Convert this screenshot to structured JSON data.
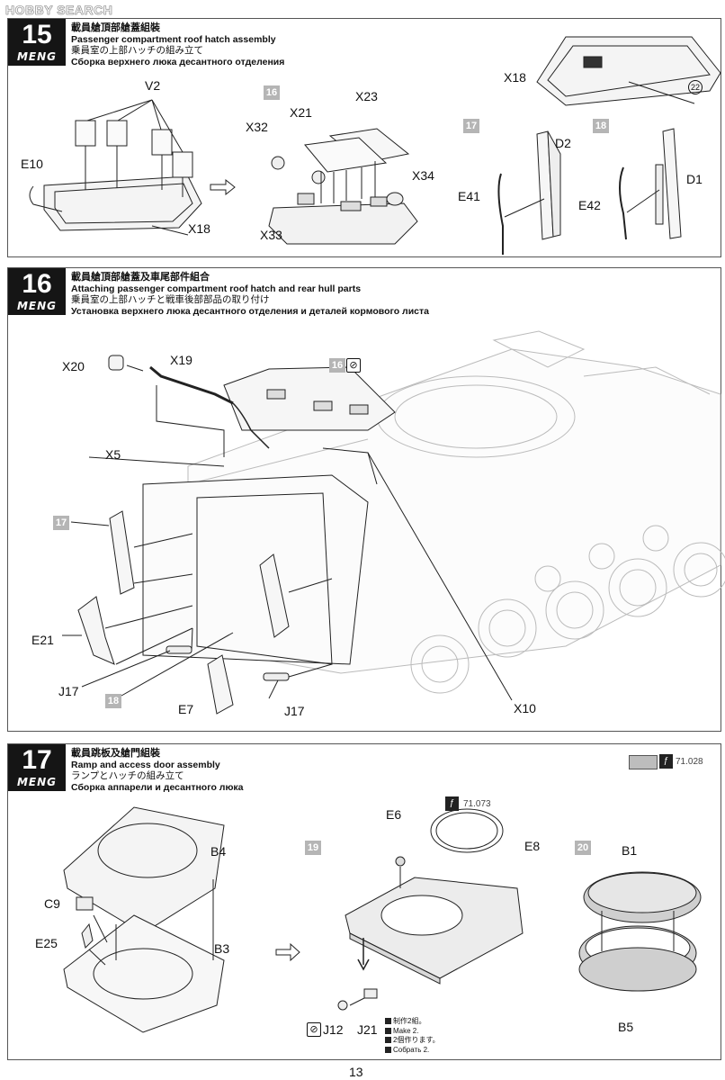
{
  "watermark": "HOBBY SEARCH",
  "page_number": "13",
  "brand": "MENG",
  "steps": [
    {
      "number": "15",
      "title_zh": "載員艙頂部艙蓋組裝",
      "title_en": "Passenger compartment roof hatch assembly",
      "title_ja": "乗員室の上部ハッチの組み立て",
      "title_ru": "Сборка верхнего люка десантного отделения",
      "substeps": [
        "16",
        "17",
        "18"
      ],
      "parts": [
        "V2",
        "E10",
        "X18",
        "X21",
        "X23",
        "X32",
        "X34",
        "X33",
        "D2",
        "E41",
        "E42",
        "D1"
      ],
      "callout": "22"
    },
    {
      "number": "16",
      "title_zh": "載員艙頂部艙蓋及車尾部件組合",
      "title_en": "Attaching passenger compartment roof hatch and rear hull parts",
      "title_ja": "乗員室の上部ハッチと戦車後部部品の取り付け",
      "title_ru": "Установка верхнего люка десантного отделения и деталей кормового листа",
      "substeps": [
        "16",
        "17",
        "18"
      ],
      "parts": [
        "X20",
        "X19",
        "X5",
        "E21",
        "J17",
        "E7",
        "X10"
      ]
    },
    {
      "number": "17",
      "title_zh": "載員跳板及艙門組裝",
      "title_en": "Ramp and access door assembly",
      "title_ja": "ランプとハッチの組み立て",
      "title_ru": "Сборка аппарели и десантного люка",
      "substeps": [
        "19",
        "20"
      ],
      "parts": [
        "B4",
        "C9",
        "E25",
        "B3",
        "E6",
        "E8",
        "J12",
        "J21",
        "B1",
        "B5"
      ],
      "paint_code_1": "71.028",
      "paint_code_2": "71.073",
      "make_note": [
        "制作2組。",
        "Make 2.",
        "2個作ります。",
        "Собрать 2."
      ]
    }
  ]
}
